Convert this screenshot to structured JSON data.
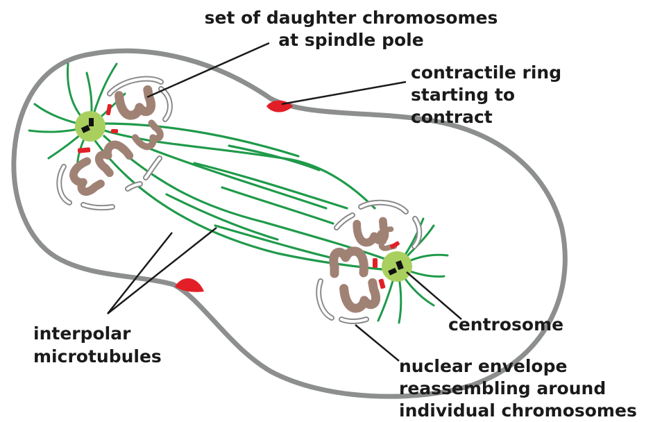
{
  "labels": {
    "daughter_set_line1": "set of daughter chromosomes",
    "daughter_set_line2": "at spindle pole",
    "ring_line1": "contractile ring",
    "ring_line2": "starting to",
    "ring_line3": "contract",
    "interpolar_line1": "interpolar",
    "interpolar_line2": "microtubules",
    "centrosome": "centrosome",
    "envelope_line1": "nuclear envelope",
    "envelope_line2": "reassembling around",
    "envelope_line3": "individual chromosomes"
  },
  "colors": {
    "cell_outline": "#8c8f8e",
    "microtubule": "#1f9a4a",
    "centrosome_fill": "#a9d05f",
    "chromosome": "#a08275",
    "contractile_ring": "#e21f26",
    "envelope_outline": "#9a9a9a",
    "leader_line": "#1a1a1a"
  }
}
